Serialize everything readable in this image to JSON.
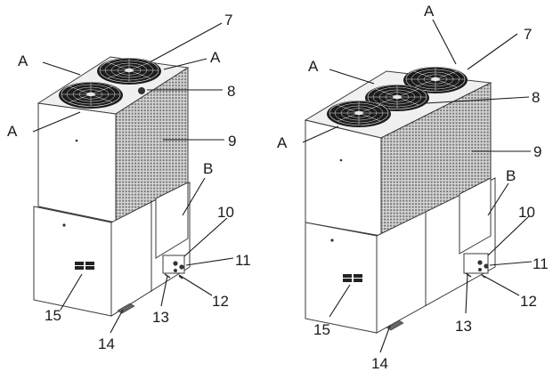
{
  "unit_left": {
    "fan_count": 2,
    "labels": {
      "a1": "A",
      "a2": "A",
      "a3": "A",
      "n7": "7",
      "n8": "8",
      "n9": "9",
      "b": "B",
      "n10": "10",
      "n11": "11",
      "n12": "12",
      "n13": "13",
      "n14": "14",
      "n15": "15"
    }
  },
  "unit_right": {
    "fan_count": 3,
    "labels": {
      "a1": "A",
      "a2": "A",
      "a3": "A",
      "n7": "7",
      "n8": "8",
      "n9": "9",
      "b": "B",
      "n10": "10",
      "n11": "11",
      "n12": "12",
      "n13": "13",
      "n14": "14",
      "n15": "15"
    }
  },
  "colors": {
    "line": "#1a1a1a",
    "panel": "#ffffff",
    "mesh": "#8a8a8a",
    "top": "#f0f0f0",
    "fan": "#1c1c1c"
  }
}
